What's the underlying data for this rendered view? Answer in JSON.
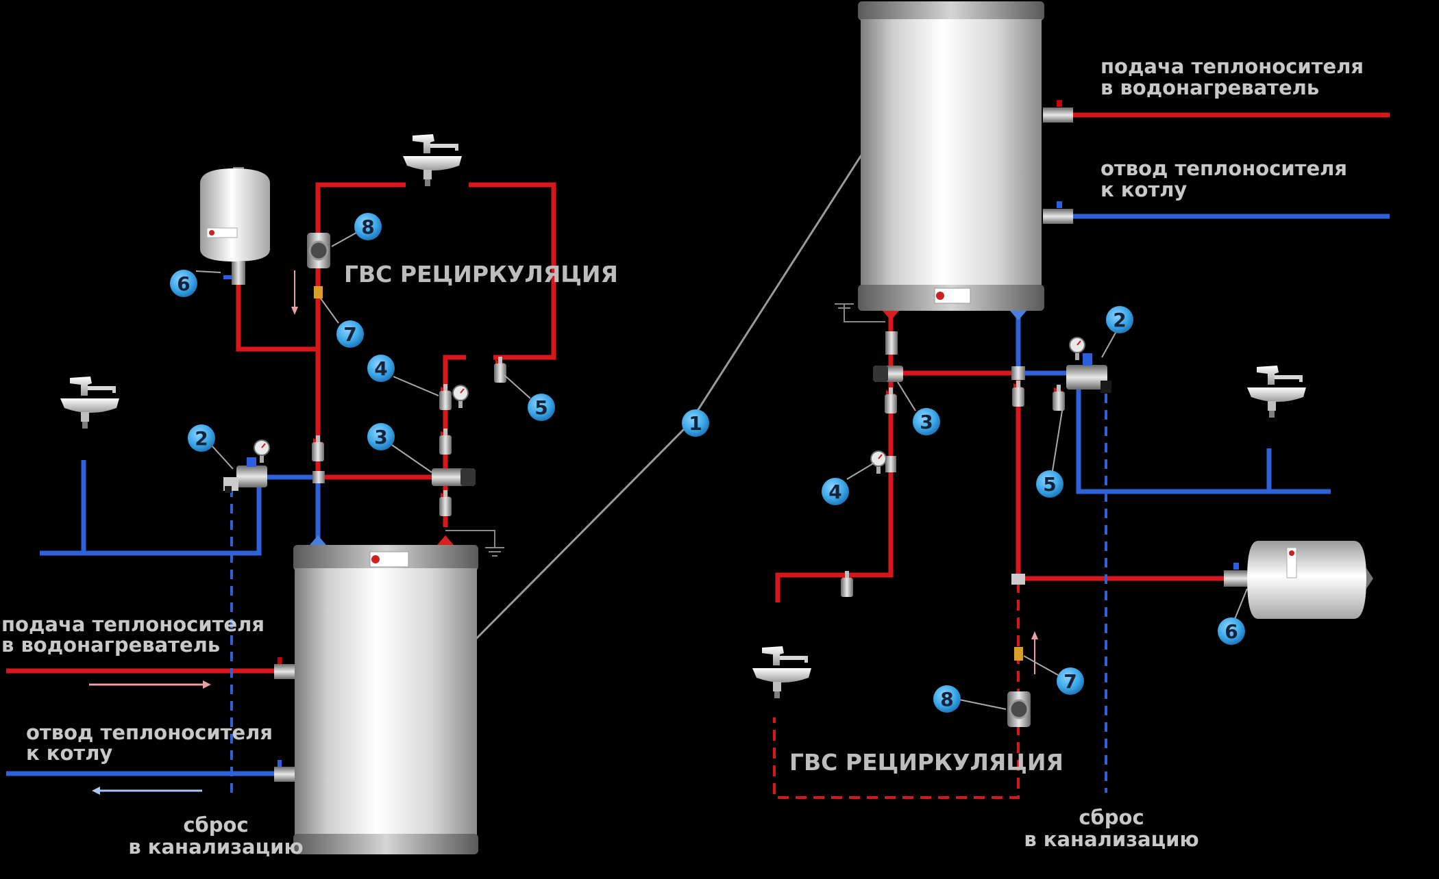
{
  "left": {
    "recirc_label": "ГВС РЕЦИРКУЛЯЦИЯ",
    "supply_label": [
      "подача теплоносителя",
      "в водонагреватель"
    ],
    "return_label": [
      "отвод теплоносителя",
      "к котлу"
    ],
    "drain_label": [
      "сброс",
      "в канализацию"
    ],
    "badges": [
      "1",
      "2",
      "3",
      "4",
      "5",
      "6",
      "7",
      "8"
    ]
  },
  "right": {
    "recirc_label": "ГВС РЕЦИРКУЛЯЦИЯ",
    "supply_label": [
      "подача теплоносителя",
      "в водонагреватель"
    ],
    "return_label": [
      "отвод теплоносителя",
      "к котлу"
    ],
    "drain_label": [
      "сброс",
      "в канализацию"
    ],
    "badges": [
      "2",
      "3",
      "4",
      "5",
      "6",
      "7",
      "8"
    ]
  },
  "colors": {
    "hot_pipe": "#d8171d",
    "cold_pipe": "#2f62d8",
    "badge": "#3aa6e8",
    "background": "#000000"
  }
}
